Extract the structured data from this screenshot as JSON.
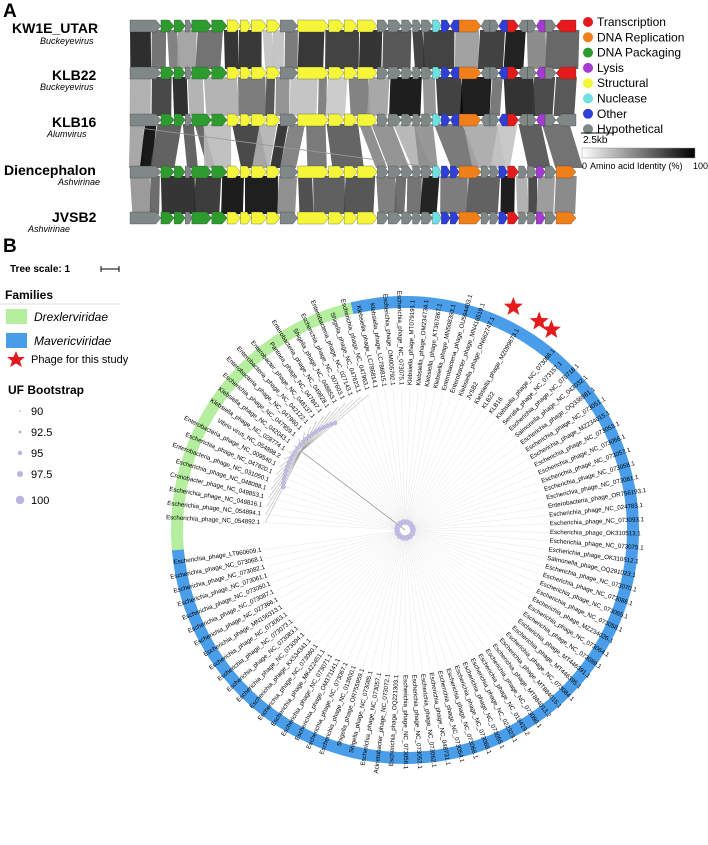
{
  "panel_a": {
    "label": "A",
    "genomes": [
      {
        "name": "KW1E_UTAR",
        "group": "Buckeyevirus"
      },
      {
        "name": "KLB22",
        "group": "Buckeyevirus"
      },
      {
        "name": "KLB16",
        "group": "Alumvirus"
      },
      {
        "name": "Diencephalon",
        "group": "Ashvirinae"
      },
      {
        "name": "JVSB2",
        "group": "Ashvirinae"
      }
    ],
    "legend": [
      {
        "label": "Transcription",
        "color": "#e41a1c"
      },
      {
        "label": "DNA Replication",
        "color": "#f07f1a"
      },
      {
        "label": "DNA Packaging",
        "color": "#2e9b2e"
      },
      {
        "label": "Lysis",
        "color": "#a43bd1"
      },
      {
        "label": "Structural",
        "color": "#f5f53a"
      },
      {
        "label": "Nuclease",
        "color": "#6fe0e0"
      },
      {
        "label": "Other",
        "color": "#2f3fd6"
      },
      {
        "label": "Hypothetical",
        "color": "#7f8787"
      }
    ],
    "scale_label": "2.5kb",
    "identity": {
      "min_label": "0",
      "title": "Amino acid Identity (%)",
      "max_label": "100"
    }
  },
  "panel_b": {
    "label": "B",
    "tree_scale": "Tree scale: 1",
    "families_title": "Families",
    "families": [
      {
        "label": "Drexlerviridae",
        "color": "#b6eea0"
      },
      {
        "label": "Mavericviridae",
        "color": "#4a9de8"
      }
    ],
    "study_label": "Phage for this study",
    "bootstrap_title": "UF Bootstrap",
    "bootstrap_values": [
      "90",
      "92.5",
      "95",
      "97.5",
      "100"
    ],
    "leaves": [
      "Escherichia_phage_NC_054892.1",
      "Escherichia_phage_NC_054894.1",
      "Escherichia_phage_NC_049816.1",
      "Cronobacter_phage_NC_049853.1",
      "Escherichia_phage_NC_048088.1",
      "Enterobacteria_phage_NC_031050.1",
      "Escherichia_phage_NC_047820.1",
      "Enterobacteria_phage_NC_009540.1",
      "Vibrio virus_NC_054898.2",
      "Klebsiella_phage_NC_028774.1",
      "Klebsiella_phage_NC_042043.1",
      "Escherichia_phage_NC_047959.1",
      "Enterobacteria_phage_NC_047960.1",
      "Enterobacteria_phage_NC_042122.1",
      "Enterobacter_phage_NC_048137.1",
      "Pantoea_phage_NC_047847.1",
      "Enterobacteria_phage_NC_049828.1",
      "Shigella_phage_NC_048853.1",
      "Escherichia_phage_NC_007603.1",
      "Enterobacteria_phage_NC_027143.1",
      "Shigella_phage_NC_047623.1",
      "Escherichia_phage_NC_047963.1",
      "Klebsiella_phage_LC786814.1",
      "Klebsiella_phage_LC786815.1",
      "Escherichia_phage_OM005792.1",
      "Escherichia_phage_NC_073075.1",
      "Klebsiella_phage_MT079191.1",
      "Klebsiella_phage_OM234734.1",
      "Klebsiella_phage_KT367867.1",
      "Klebsiella_phage_MN508393.1",
      "Enterobacteria_phage_OU594403.1",
      "Enterobacter_phage_MN416519.1",
      "Klebsiella_phage_DN662747.1",
      "JVSB2",
      "Klebsiella_phage_MZ099673.1",
      "KLB22",
      "KLB16",
      "Klebsiella_phage_NC_073086.1",
      "Serratia_phage_NC_073157.1",
      "Escherichia_phage_NC_070718.1",
      "Salmonella_phage_NC_043032.1",
      "Escherichia_phage_OQ336981.1",
      "Escherichia_phage_NC_073051.1",
      "Escherichia_phage_MZ234015.1",
      "Escherichia_phage_NC_073053.1",
      "Escherichia_phage_NC_073056.1",
      "Escherichia_phage_NC_073057.1",
      "Escherichia_phage_NC_073058.1",
      "Escherichia_phage_NC_073081.1",
      "Enterobacteria_phage_OR756193.1",
      "Escherichia_phage_NC_024783.1",
      "Escherichia_phage_NC_073093.1",
      "Escherichia_phage_OK310513.1",
      "Escherichia_phage_NC_073075.1",
      "Escherichia_phage_OK310512.1",
      "Salmonella_phage_OQ291023.1",
      "Escherichia_phage_NC_073070.1",
      "Escherichia_phage_NC_073086.1",
      "Escherichia_phage_NC_073065.1",
      "Escherichia_phage_NC_073058.1",
      "Escherichia_phage_MZ234026.1",
      "Escherichia_phage_NC_073064.1",
      "Escherichia_phage_NC_073089.1",
      "Escherichia_phage_MT446391.1",
      "Escherichia_phage_MT446395.1",
      "Escherichia_phage_NC_073084.1",
      "Escherichia_phage_MT884015.1",
      "Escherichia_phage_MT884013.2",
      "Escherichia_phage_NC_073090.1",
      "Escherichia_phage_NC_019419.2",
      "Escherichia_phage_NC_022323.1",
      "Escherichia_phage_NC_073055.1",
      "Escherichia_phage_NC_073069.1",
      "Escherichia_phage_NC_073066.1",
      "Escherichia_phage_NC_073054.1",
      "Escherichia_phage_NC_048731.1",
      "Escherichia_phage_NC_073062.1",
      "Escherichia_phage_NC_073052.1",
      "Escherichia_phage_NC_073056.1",
      "Escherichia_phage_OQ221303.1",
      "Acinetobacter_phage_NC_073072.1",
      "Escherichia_phage_NC_073057.1",
      "Shigella_phage_NC_073085.1",
      "Shigella_phage_OR755959.1",
      "Escherichia_phage_NC_013600.1",
      "Escherichia_phage_NC_073067.1",
      "Escherichia_phage_OM371141.1",
      "Escherichia_phage_NC_073071.1",
      "Escherichia_phage_MK422451.1",
      "Escherichia_phage_NC_073060.1",
      "Escherichia_phage_KX534341.1",
      "Escherichia_phage_NC_073094.1",
      "Escherichia_phage_NC_073083.1",
      "Escherichia_phage_NC_073073.1",
      "Escherichia_phage_NC_073063.1",
      "Escherichia_phage_MN156313.1",
      "Escherichia_phage_NC_027366.1",
      "Escherichia_phage_NC_073087.1",
      "Escherichia_phage_NC_073050.1",
      "Escherichia_phage_NC_073061.1",
      "Escherichia_phage_NC_073082.1",
      "Escherichia_phage_NC_073068.1",
      "Escherichia_phage_LT960609.1"
    ],
    "drexler_count": 22,
    "study_leaves": [
      "JVSB2",
      "KLB22",
      "KLB16"
    ]
  }
}
